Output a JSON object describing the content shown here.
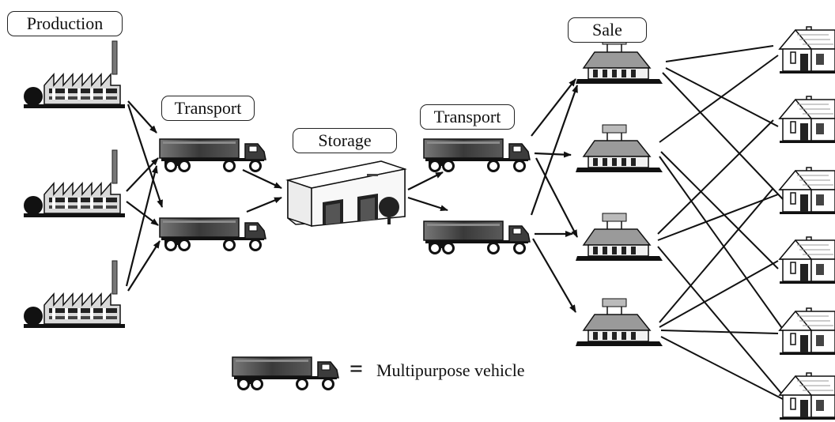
{
  "labels": {
    "production": "Production",
    "transport_1": "Transport",
    "storage": "Storage",
    "transport_2": "Transport",
    "sale": "Sale"
  },
  "legend": {
    "symbol": "=",
    "text": "Multipurpose vehicle"
  },
  "icons": {
    "factory": "factory-icon",
    "truck": "truck-icon",
    "warehouse": "warehouse-icon",
    "store": "store-icon",
    "house": "house-icon"
  },
  "colors": {
    "ink": "#111111",
    "truck_body": "#4d4d4d",
    "paper": "#ffffff"
  }
}
